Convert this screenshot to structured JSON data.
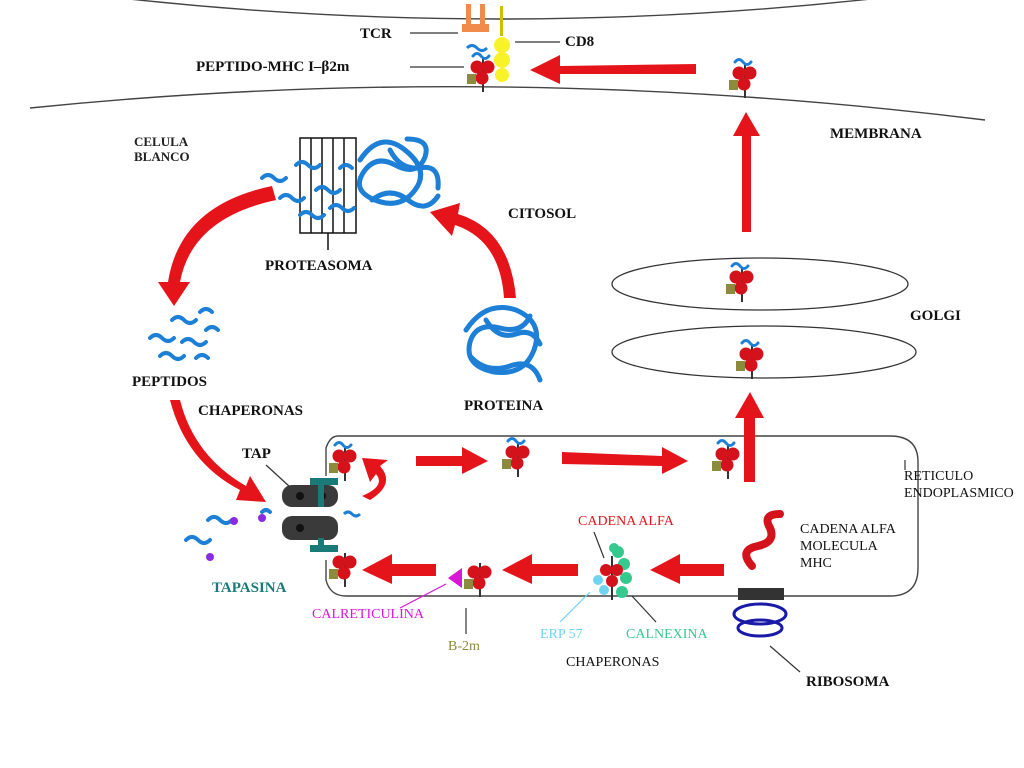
{
  "labels": {
    "tcr": "TCR",
    "cd8": "CD8",
    "peptido_mhc": "PEPTIDO-MHC I–β2m",
    "membrana": "MEMBRANA",
    "celula_blanco_1": "CELULA",
    "celula_blanco_2": "BLANCO",
    "citosol": "CITOSOL",
    "proteasoma": "PROTEASOMA",
    "golgi": "GOLGI",
    "peptidos": "PEPTIDOS",
    "chaperonas_top": "CHAPERONAS",
    "proteina": "PROTEINA",
    "tap": "TAP",
    "reticulo_1": "RETICULO",
    "reticulo_2": "ENDOPLASMICO",
    "cadena_alfa_red": "CADENA ALFA",
    "cadena_alfa_1": "CADENA ALFA",
    "cadena_alfa_2": "MOLECULA",
    "cadena_alfa_3": "MHC",
    "tapasina": "TAPASINA",
    "calreticulina": "CALRETICULINA",
    "b2m": "B-2m",
    "erp57": "ERP 57",
    "calnexina": "CALNEXINA",
    "chaperonas_bottom": "CHAPERONAS",
    "ribosoma": "RIBOSOMA"
  },
  "colors": {
    "arrow": "#e5141b",
    "protein": "#1e7fd6",
    "mhc_red": "#d3121b",
    "b2m_olive": "#8c8a3c",
    "tcr_orange": "#f08b4b",
    "cd8_yellow": "#f7f22a",
    "tapasina_teal": "#1a7a78",
    "calreticulina_magenta": "#d716d6",
    "erp57_cyan": "#6fd4f2",
    "calnexina_green": "#35c98f",
    "ribosome_blue": "#1a1aa8"
  }
}
